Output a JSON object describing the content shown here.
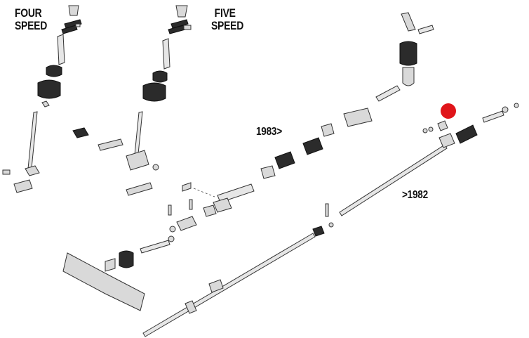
{
  "labels": {
    "four_speed_line1": "FOUR",
    "four_speed_line2": "SPEED",
    "five_speed_line1": "FIVE",
    "five_speed_line2": "SPEED",
    "from_1983": "1983>",
    "to_1982": ">1982"
  },
  "colors": {
    "marker": "#e0151a",
    "stroke": "#333333",
    "part_fill": "#d9d9d9",
    "dark_fill": "#2b2b2b"
  },
  "marker": {
    "shape": "filled-circle"
  }
}
